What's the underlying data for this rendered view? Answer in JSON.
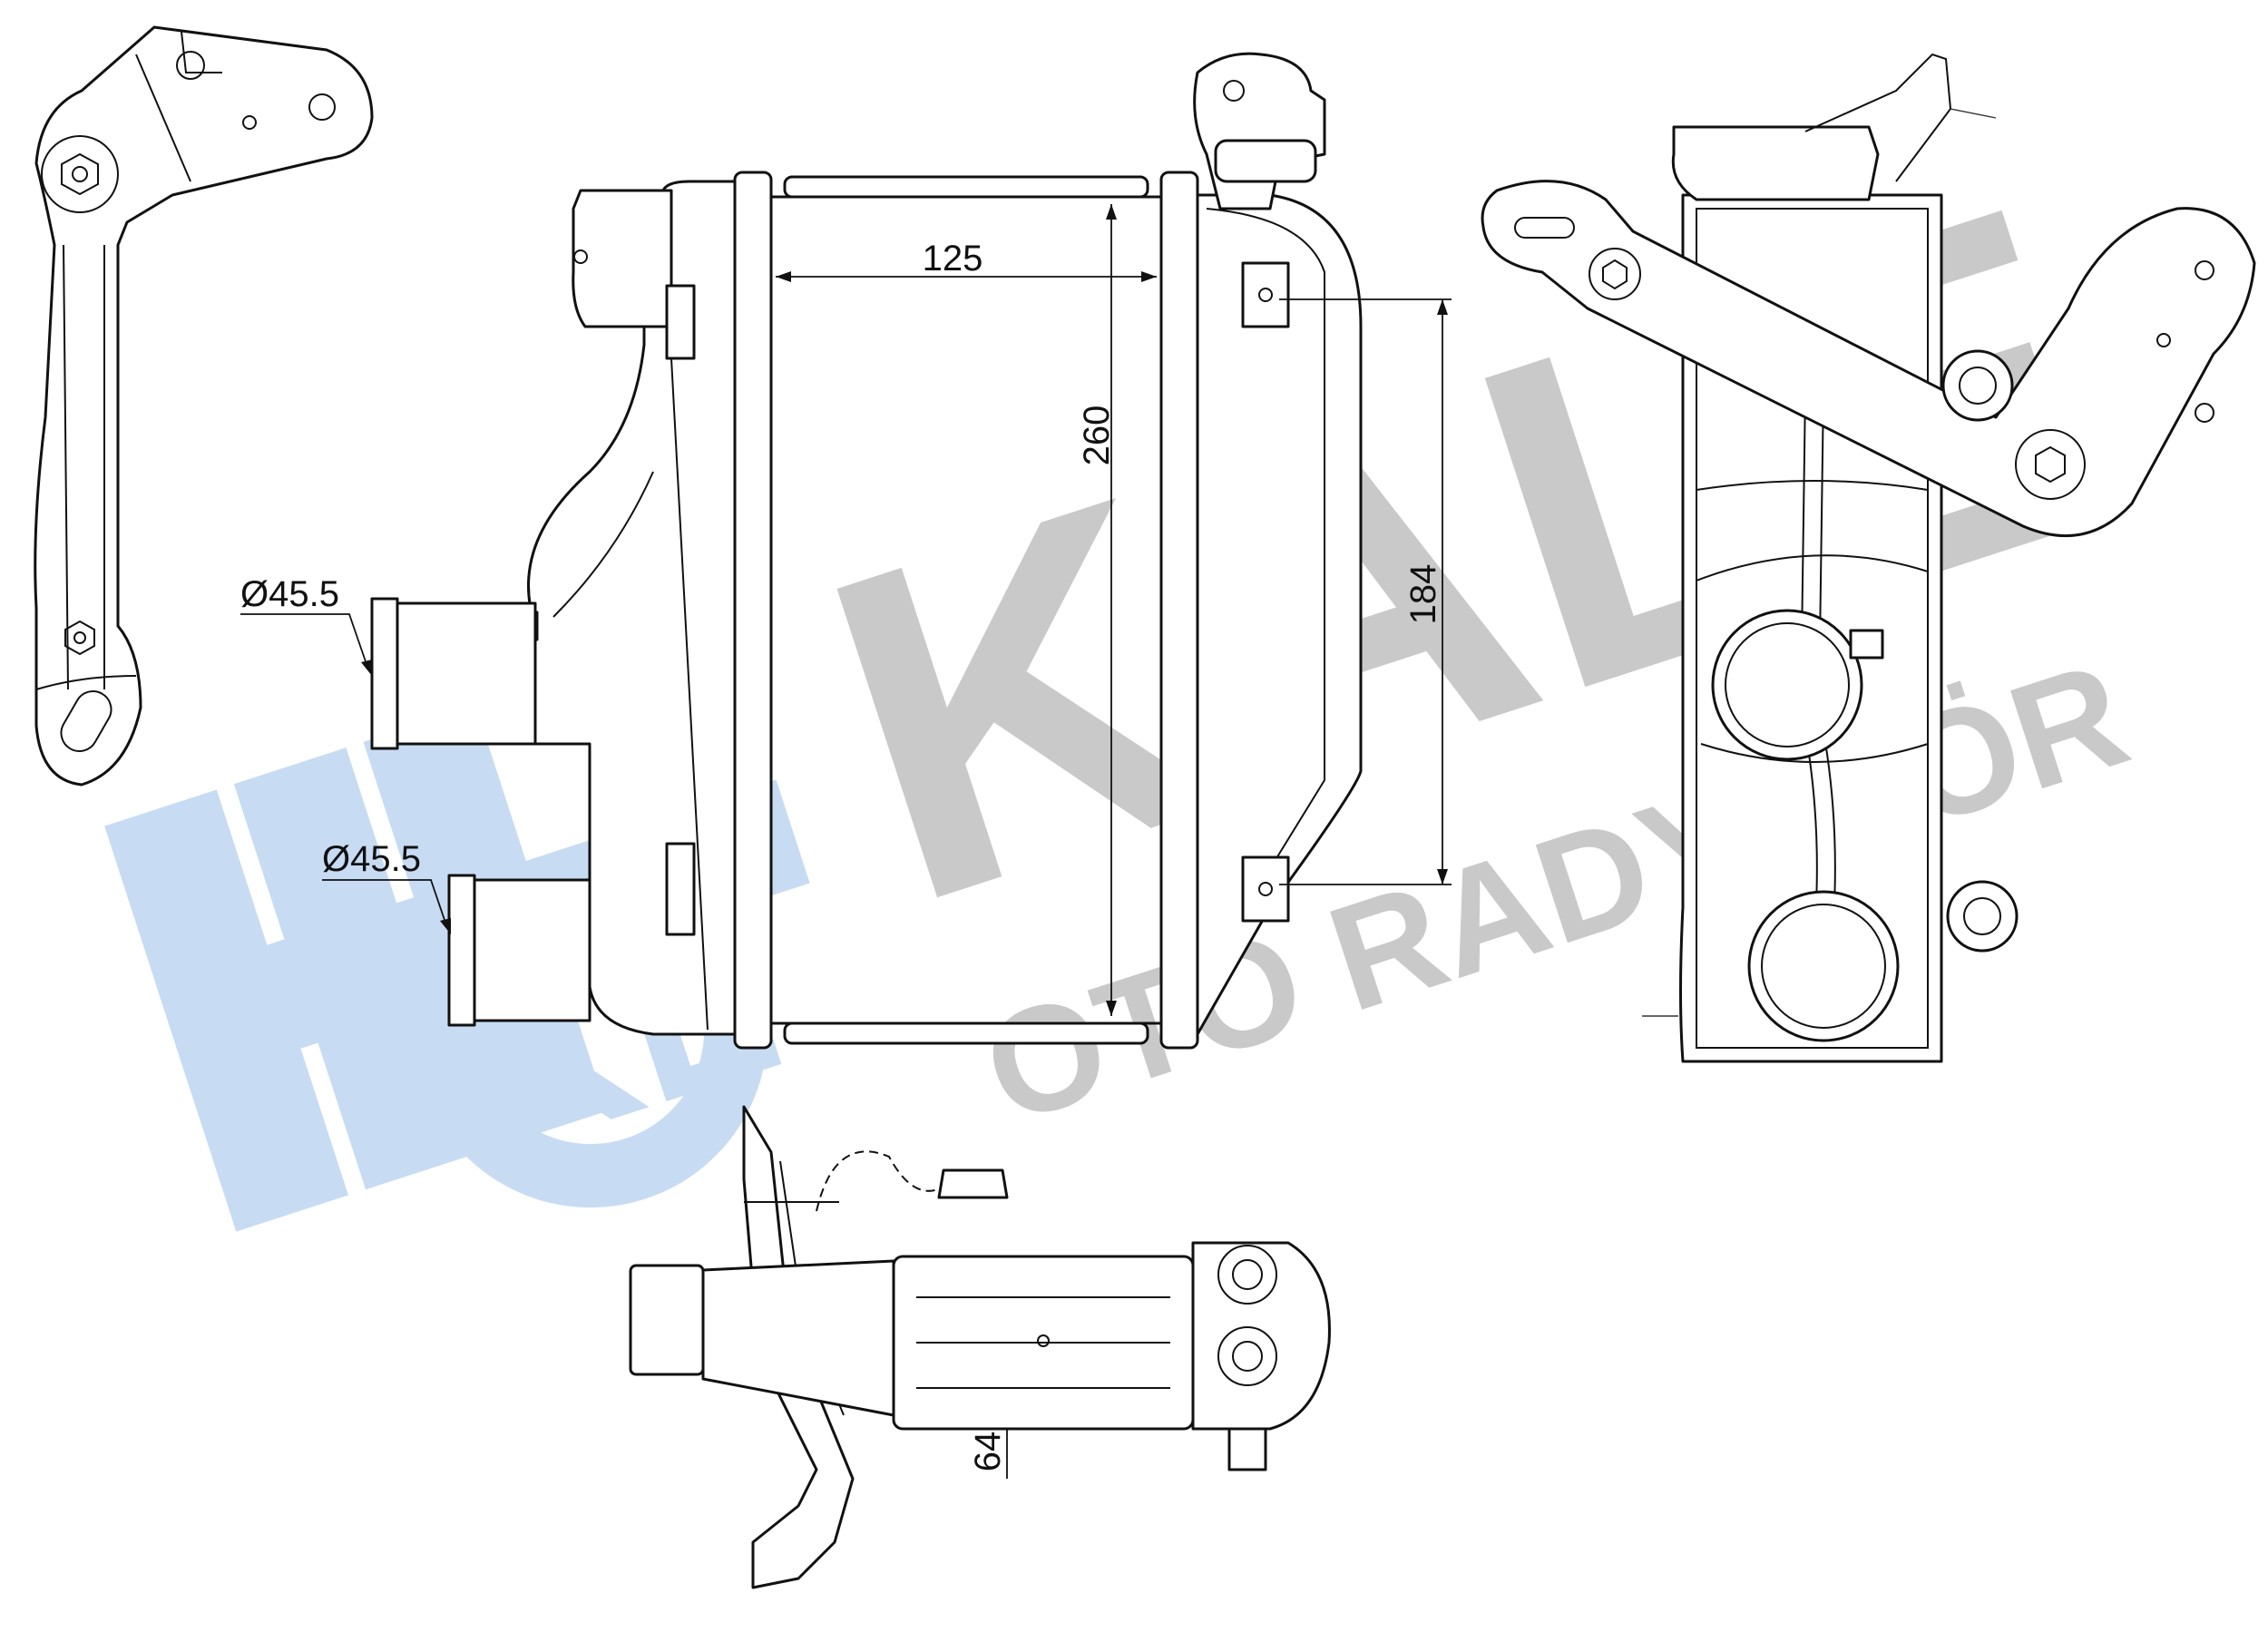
{
  "watermark": {
    "brand": "KALE",
    "subtitle": "OTO RADYATÖR",
    "logo_text": "KL",
    "color_gray": "#c9c9c9",
    "color_blue": "#c7dcf3"
  },
  "dimensions": {
    "core_width": "125",
    "core_height": "260",
    "mount_spacing": "184",
    "inlet_diameter": "Ø45.5",
    "outlet_diameter": "Ø45.5",
    "core_depth": "64"
  }
}
